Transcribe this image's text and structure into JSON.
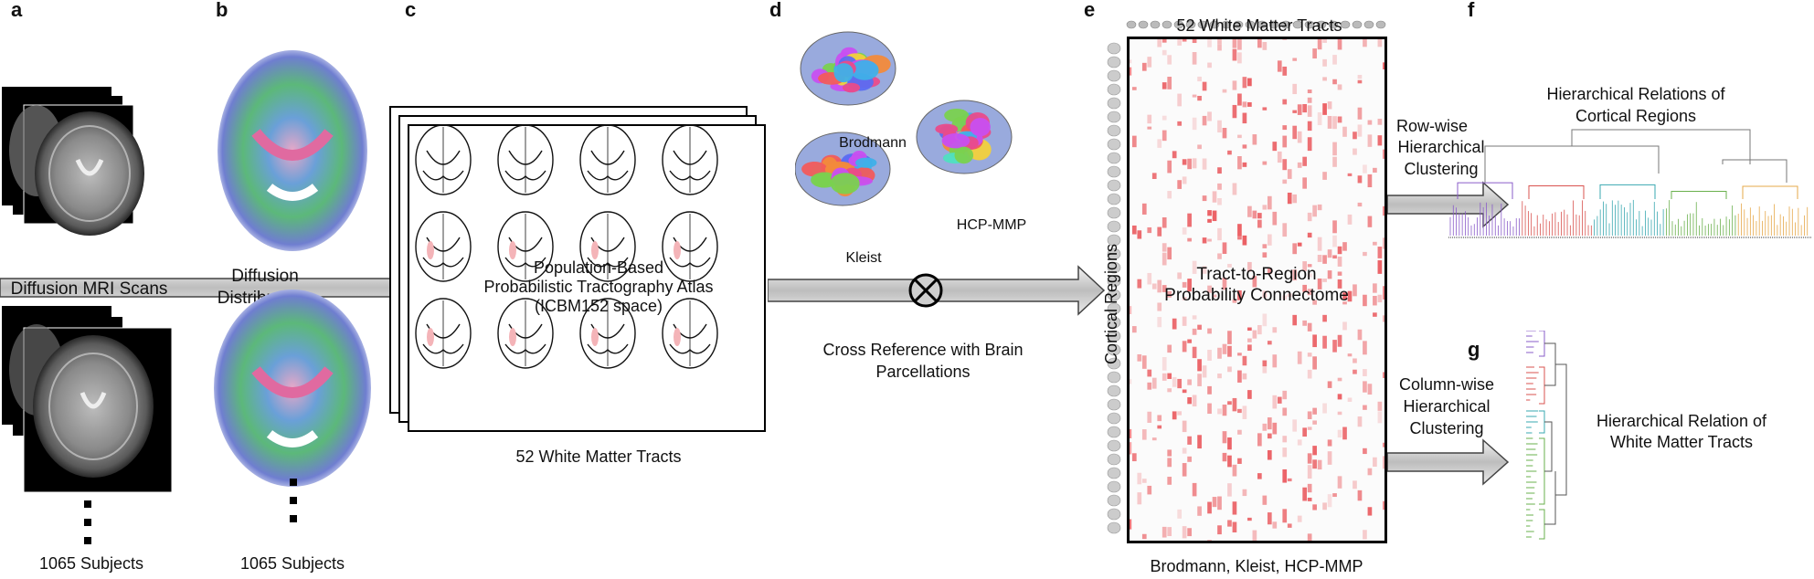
{
  "panel_labels": {
    "a": "a",
    "b": "b",
    "c": "c",
    "d": "d",
    "e": "e",
    "f": "f",
    "g": "g"
  },
  "panel_a": {
    "arrow_label": "Diffusion MRI Scans",
    "subjects": "1065 Subjects"
  },
  "panel_b": {
    "arrow_label_line1": "Diffusion",
    "arrow_label_line2": "Distributions",
    "subjects": "1065 Subjects"
  },
  "panel_c": {
    "atlas_line1": "Population-Based",
    "atlas_line2": "Probabilistic Tractography Atlas",
    "atlas_line3": "(ICBM152 space)",
    "caption": "52 White Matter Tracts"
  },
  "panel_d": {
    "parcellations": [
      "Brodmann",
      "Kleist",
      "HCP-MMP"
    ],
    "operator_symbol": "⊗",
    "caption_line1": "Cross Reference with Brain",
    "caption_line2": "Parcellations"
  },
  "panel_e": {
    "top_label": "52 White Matter Tracts",
    "side_label": "Cortical Regions",
    "center_line1": "Tract-to-Region",
    "center_line2": "Probability Connectome",
    "bottom_label": "Brodmann, Kleist, HCP-MMP"
  },
  "panel_f": {
    "arrow_line1": "Row-wise",
    "arrow_line2": "Hierarchical",
    "arrow_line3": "Clustering",
    "title_line1": "Hierarchical Relations of",
    "title_line2": "Cortical Regions"
  },
  "panel_g": {
    "arrow_line1": "Column-wise",
    "arrow_line2": "Hierarchical",
    "arrow_line3": "Clustering",
    "title_line1": "Hierarchical Relation of",
    "title_line2": "White Matter Tracts"
  },
  "colors": {
    "heatmap_cell": "#e8454a",
    "arrow_fill": "#cfcfcf",
    "dendro_colors": [
      "#8a5cc9",
      "#d9534f",
      "#3aa8b0",
      "#6ab04c",
      "#e6a84a",
      "#999999"
    ]
  }
}
